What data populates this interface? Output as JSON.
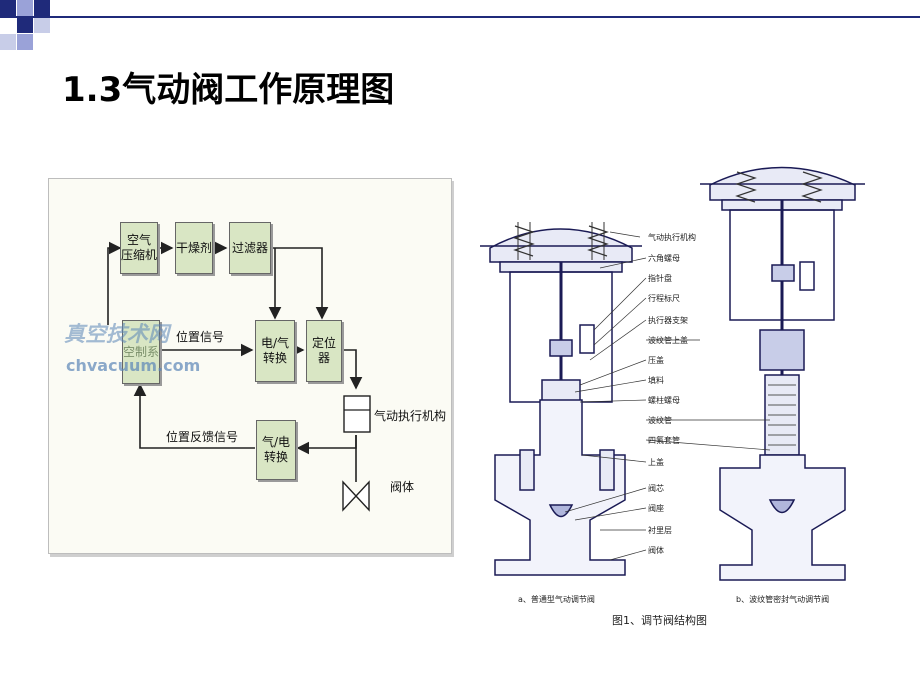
{
  "slide": {
    "title": "1.3气动阀工作原理图"
  },
  "flow_diagram": {
    "nodes": {
      "air_compressor": "空气\n压缩机",
      "dryer": "干燥剂",
      "filter": "过滤器",
      "ep_converter": "电/气\n转换",
      "positioner": "定位器",
      "pe_converter": "气/电\n转换",
      "controller_partial": "空制系"
    },
    "labels": {
      "position_signal": "位置信号",
      "position_feedback": "位置反馈信号",
      "actuator": "气动执行机构",
      "valve_body": "阀体"
    },
    "watermark": {
      "line1": "真空技术网",
      "line2": "chvacuum.com"
    }
  },
  "valve_drawing": {
    "callouts": [
      "气动执行机构",
      "六角螺母",
      "指针盘",
      "行程标尺",
      "执行器支架",
      "波纹管上盖",
      "压盖",
      "填料",
      "螺柱螺母",
      "波纹管",
      "四氟套管",
      "上盖",
      "阀芯",
      "阀座",
      "衬里层",
      "阀体"
    ],
    "caption_a": "a、普通型气动调节阀",
    "caption_b": "b、波纹管密封气动调节阀",
    "figure_caption": "图1、调节阀结构图"
  }
}
